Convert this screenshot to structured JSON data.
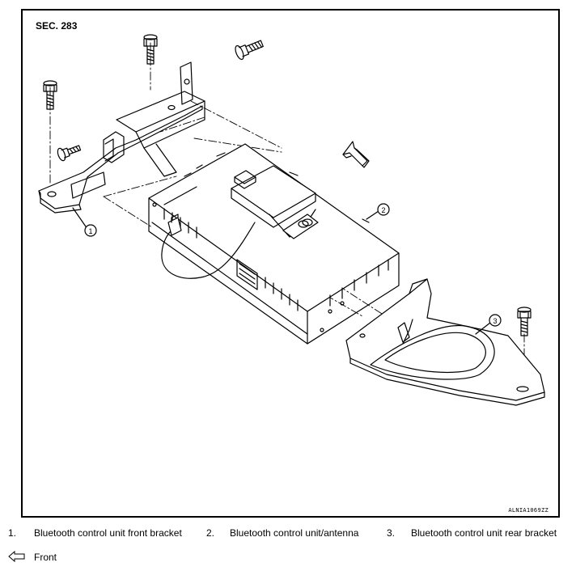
{
  "figure": {
    "section": "SEC. 283",
    "code": "ALNIA1069ZZ",
    "callouts": [
      "1",
      "2",
      "3"
    ]
  },
  "legend": {
    "items": [
      {
        "number": "1.",
        "label": "Bluetooth control unit front bracket"
      },
      {
        "number": "2.",
        "label": "Bluetooth control unit/antenna"
      },
      {
        "number": "3.",
        "label": "Bluetooth control unit rear bracket"
      }
    ],
    "front": {
      "icon": "front-arrow-icon",
      "label": "Front"
    }
  }
}
